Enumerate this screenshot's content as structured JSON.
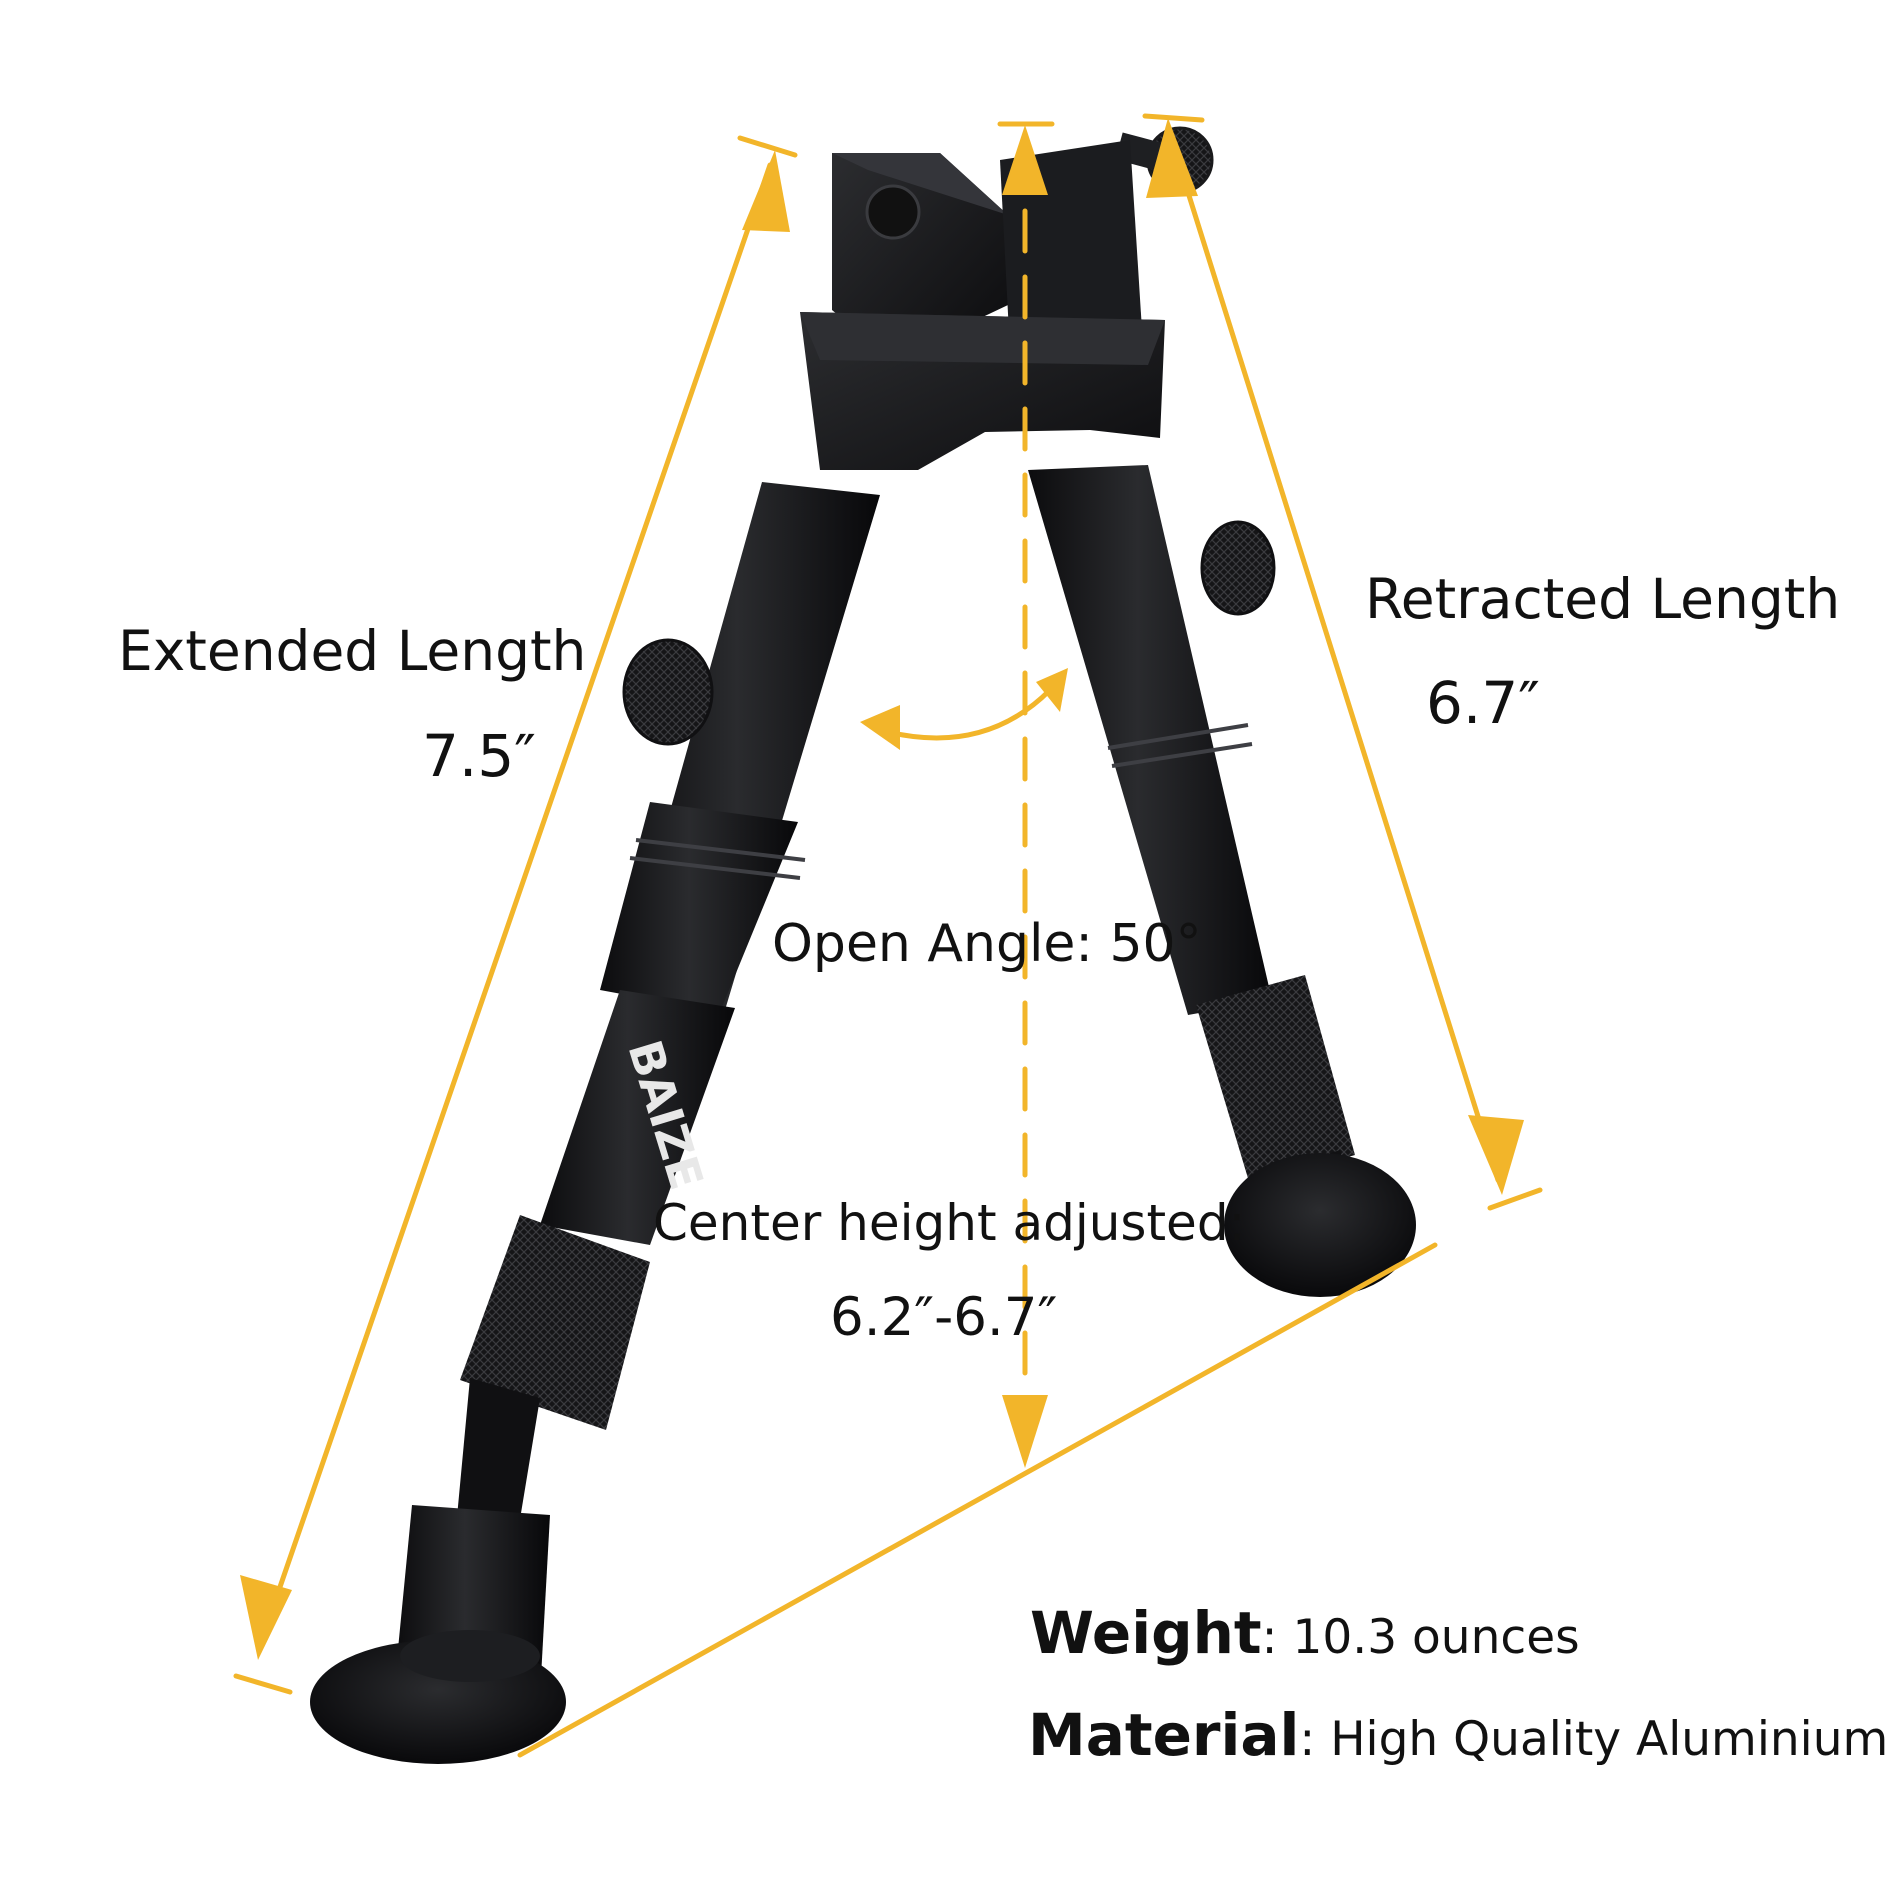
{
  "image": {
    "subject": "bipod-photo",
    "brand_mark": "BAIZE",
    "colors": {
      "background": "#ffffff",
      "annotation_yellow": "#f2b52a",
      "body_black": "#1a1a1c",
      "text": "#111111"
    }
  },
  "labels": {
    "extended_title": "Extended Length",
    "extended_value": "7.5″",
    "retracted_title": "Retracted Length",
    "retracted_value": "6.7″",
    "open_angle": "Open Angle: 50°",
    "center_title": "Center height adjusted:",
    "center_value": "6.2″-6.7″"
  },
  "specs": {
    "weight_key": "Weight",
    "weight_value": ": 10.3 ounces",
    "material_key": "Material",
    "material_value": ": High Quality Aluminium"
  }
}
